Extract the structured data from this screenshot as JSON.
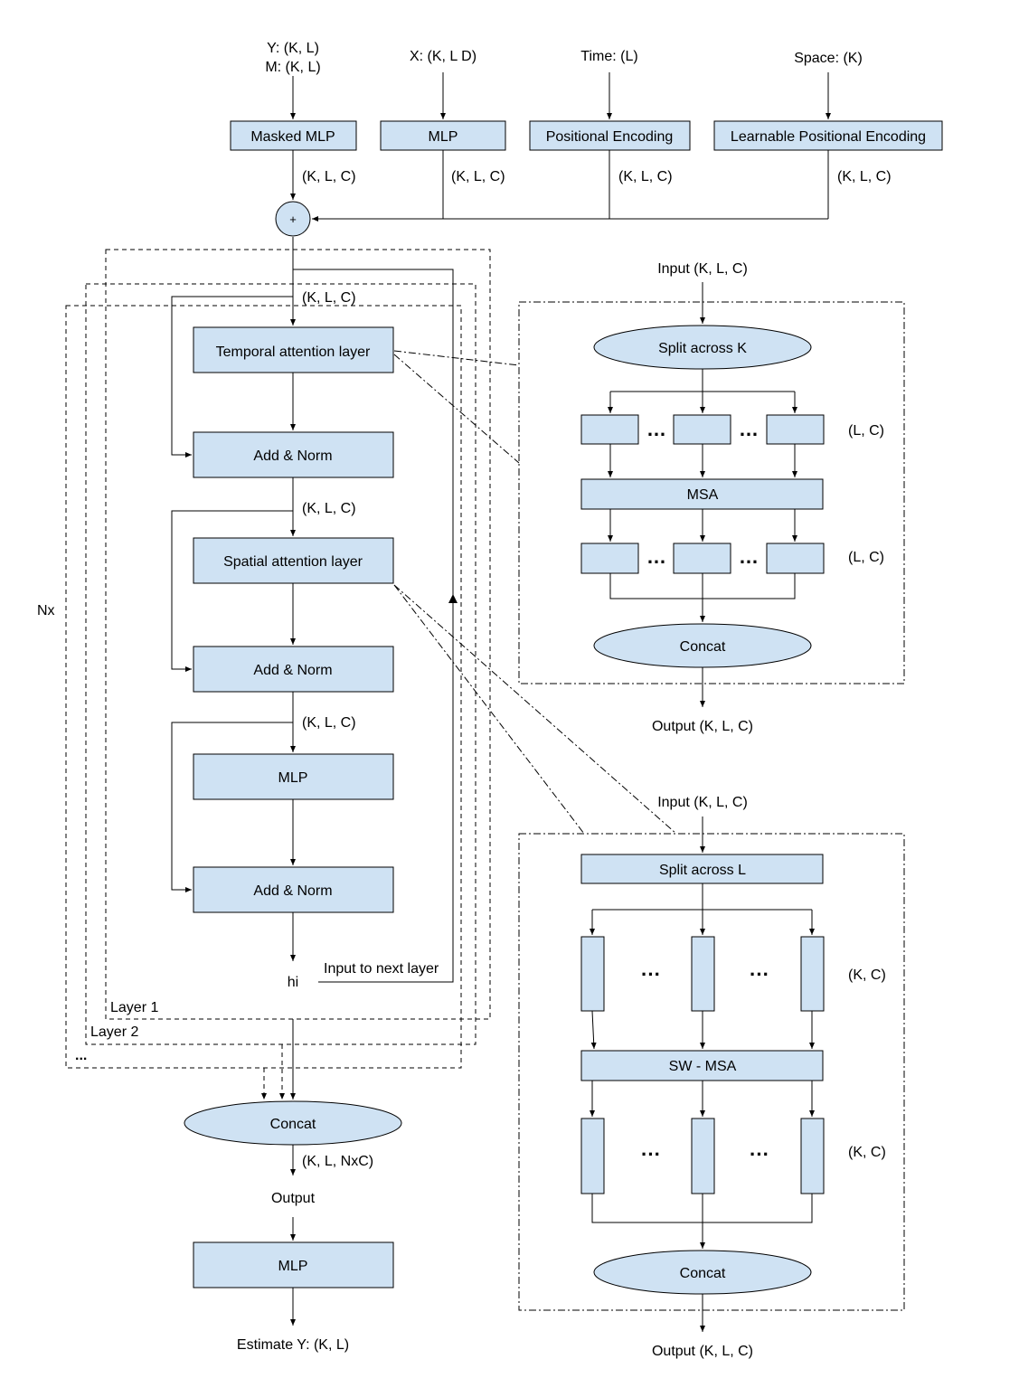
{
  "inputs": {
    "y_label": "Y: (K, L)",
    "m_label": "M: (K, L)",
    "x_label": "X: (K, L D)",
    "time_label": "Time: (L)",
    "space_label": "Space: (K)"
  },
  "embeddings": {
    "masked_mlp": "Masked MLP",
    "mlp": "MLP",
    "positional_encoding": "Positional Encoding",
    "learnable_positional_encoding": "Learnable Positional Encoding",
    "shape_klc": "(K, L, C)",
    "plus": "+"
  },
  "layer": {
    "shape_klc": "(K, L, C)",
    "temporal_attention": "Temporal attention layer",
    "spatial_attention": "Spatial attention layer",
    "add_norm": "Add & Norm",
    "mlp": "MLP",
    "hi": "hi",
    "input_to_next_layer": "Input to next layer",
    "layer1": "Layer 1",
    "layer2": "Layer 2",
    "ellipsis": "...",
    "nx": "Nx"
  },
  "output": {
    "concat": "Concat",
    "shape_klnxc": "(K, L, NxC)",
    "output": "Output",
    "mlp": "MLP",
    "estimate": "Estimate Y: (K, L)"
  },
  "temporal_detail": {
    "input": "Input (K, L, C)",
    "split": "Split across K",
    "dots": "…",
    "shape_lc": "(L, C)",
    "msa": "MSA",
    "concat": "Concat",
    "output": "Output (K, L, C)"
  },
  "spatial_detail": {
    "input": "Input (K, L, C)",
    "split": "Split across L",
    "dots": "···",
    "shape_kc": "(K, C)",
    "sw_msa": "SW - MSA",
    "concat": "Concat",
    "output": "Output (K, L, C)"
  }
}
